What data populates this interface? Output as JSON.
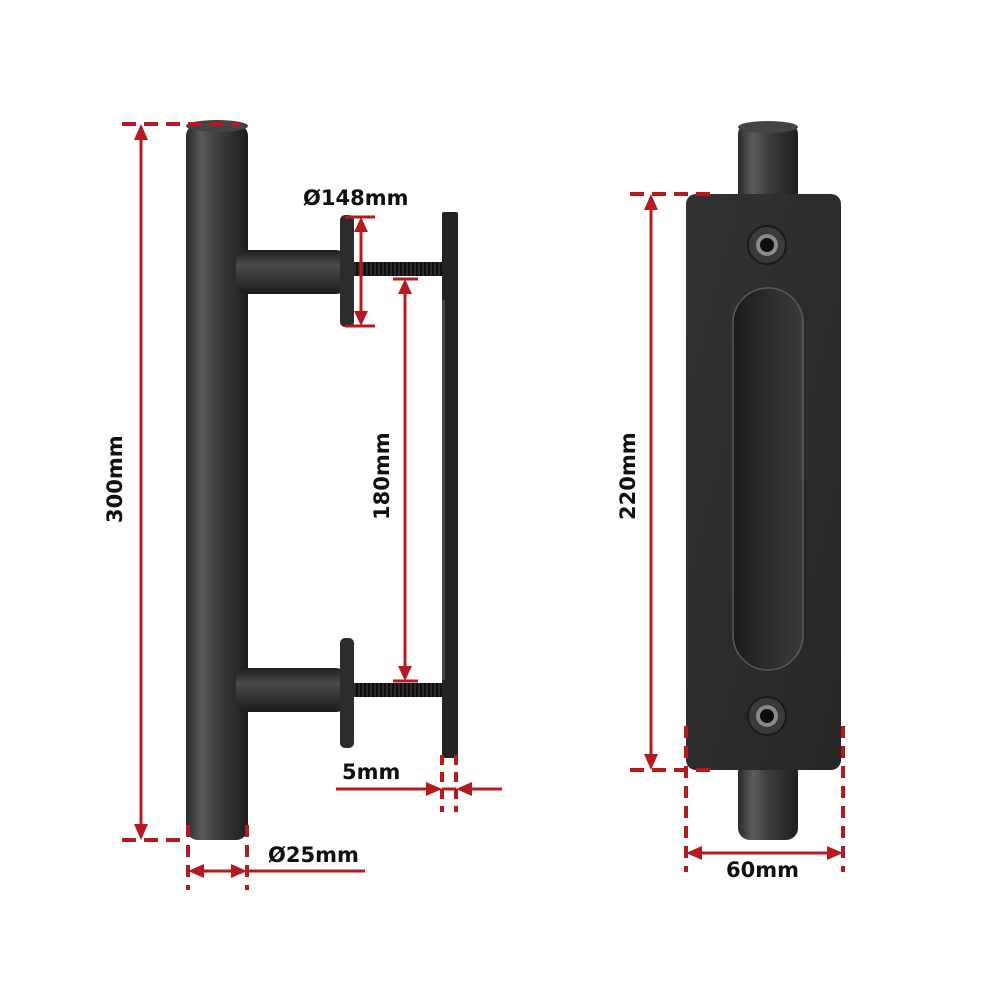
{
  "diagram": {
    "colors": {
      "dimension_line": "#b51a1f",
      "metal_dark": "#2b2b2b",
      "metal_mid": "#3d3d3d",
      "metal_light": "#5a5a5a",
      "background": "#ffffff",
      "text": "#111111"
    },
    "side_view": {
      "dimensions": {
        "total_length": "300mm",
        "rod_diameter": "Ø25mm",
        "standoff_diameter": "Ø148mm",
        "center_to_center": "180mm",
        "plate_thickness": "5mm"
      }
    },
    "front_view": {
      "dimensions": {
        "plate_length": "220mm",
        "plate_width": "60mm"
      }
    }
  }
}
